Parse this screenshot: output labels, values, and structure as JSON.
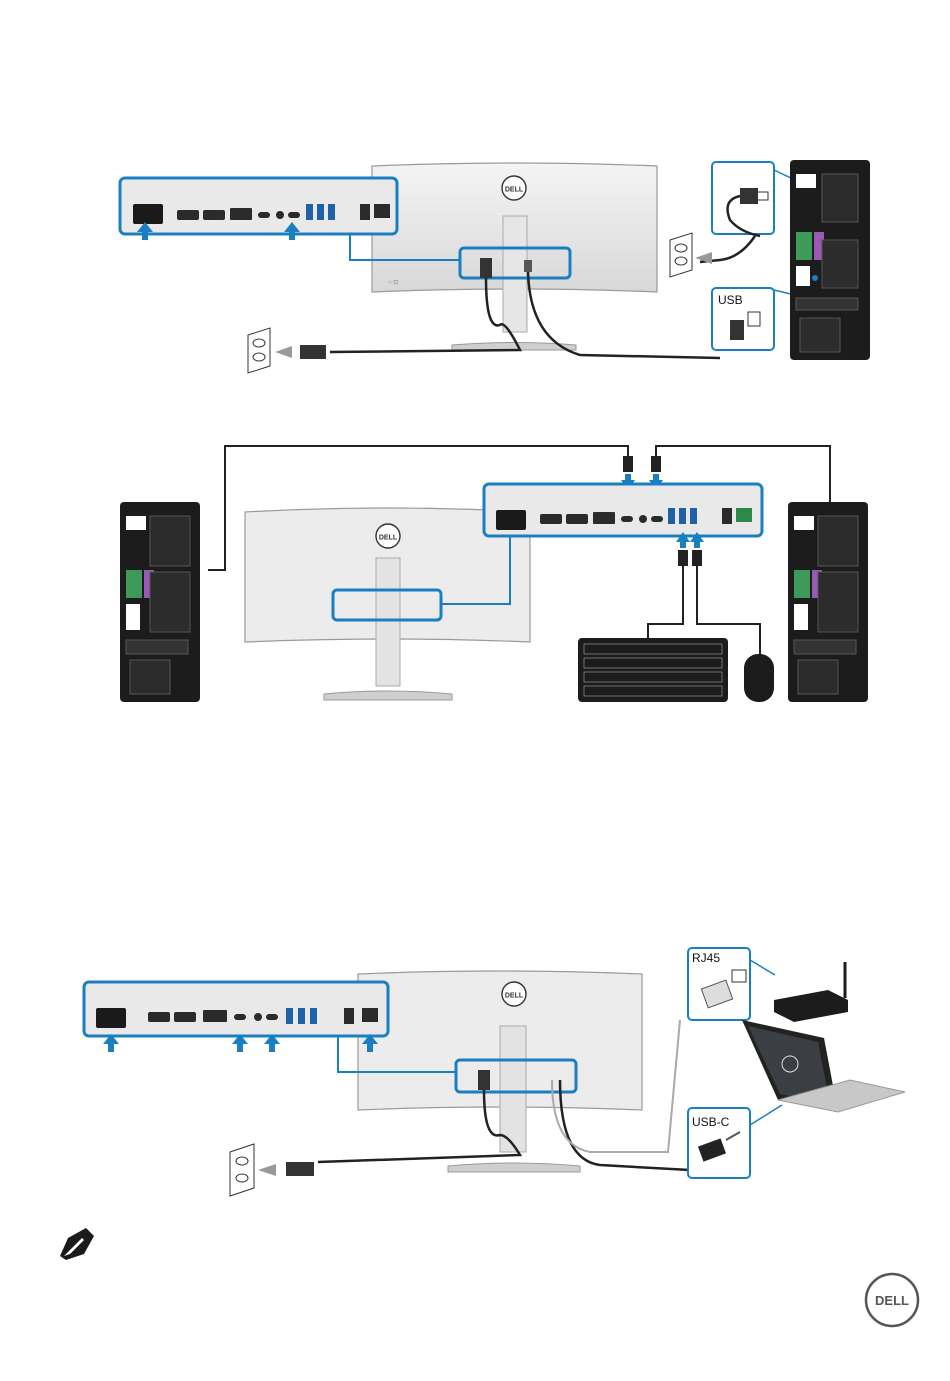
{
  "figures": [
    {
      "id": "usb-upstream-connection",
      "callouts": {
        "usb": "USB"
      }
    },
    {
      "id": "kvm-two-computers",
      "callouts": {}
    },
    {
      "id": "usb-c-rj45-connection",
      "callouts": {
        "rj45": "RJ45",
        "usbc": "USB-C"
      }
    }
  ],
  "brand": {
    "logo_text": "DELL",
    "accent_color": "#1a7fc1",
    "outline_color": "#1a1a1a"
  },
  "icons": {
    "note": "note-pencil-icon",
    "power_outlet": "wall-outlet-icon",
    "arrow": "blue-up-arrow-icon"
  }
}
